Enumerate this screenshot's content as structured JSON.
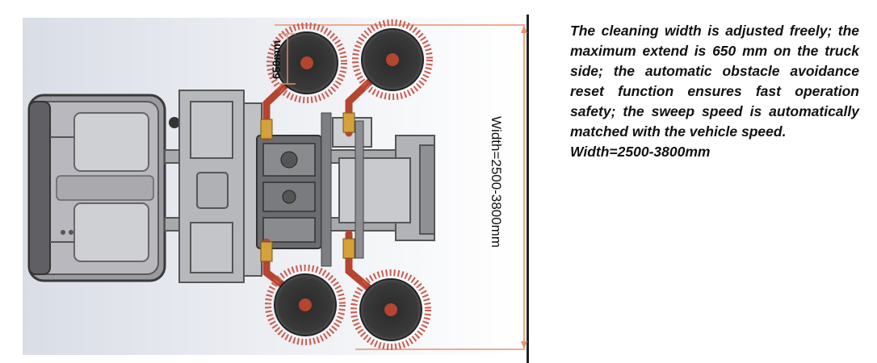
{
  "diagram": {
    "dimension_label": "Width=2500-3800mm",
    "extension_label": "650mm",
    "colors": {
      "dimension_line": "#e8926e",
      "arm": "#b5452e",
      "brush_bristle": "#cc5a50",
      "cab": "#4f4f4f",
      "frame": "#7a7a7a",
      "divider": "#222222"
    }
  },
  "caption": {
    "body": "The cleaning width is adjusted freely; the maximum extend is 650 mm on the truck side; the automatic obstacle avoidance reset function ensures fast operation safety; the sweep speed is automatically matched with the vehicle speed.",
    "width": "Width=2500-3800mm"
  }
}
